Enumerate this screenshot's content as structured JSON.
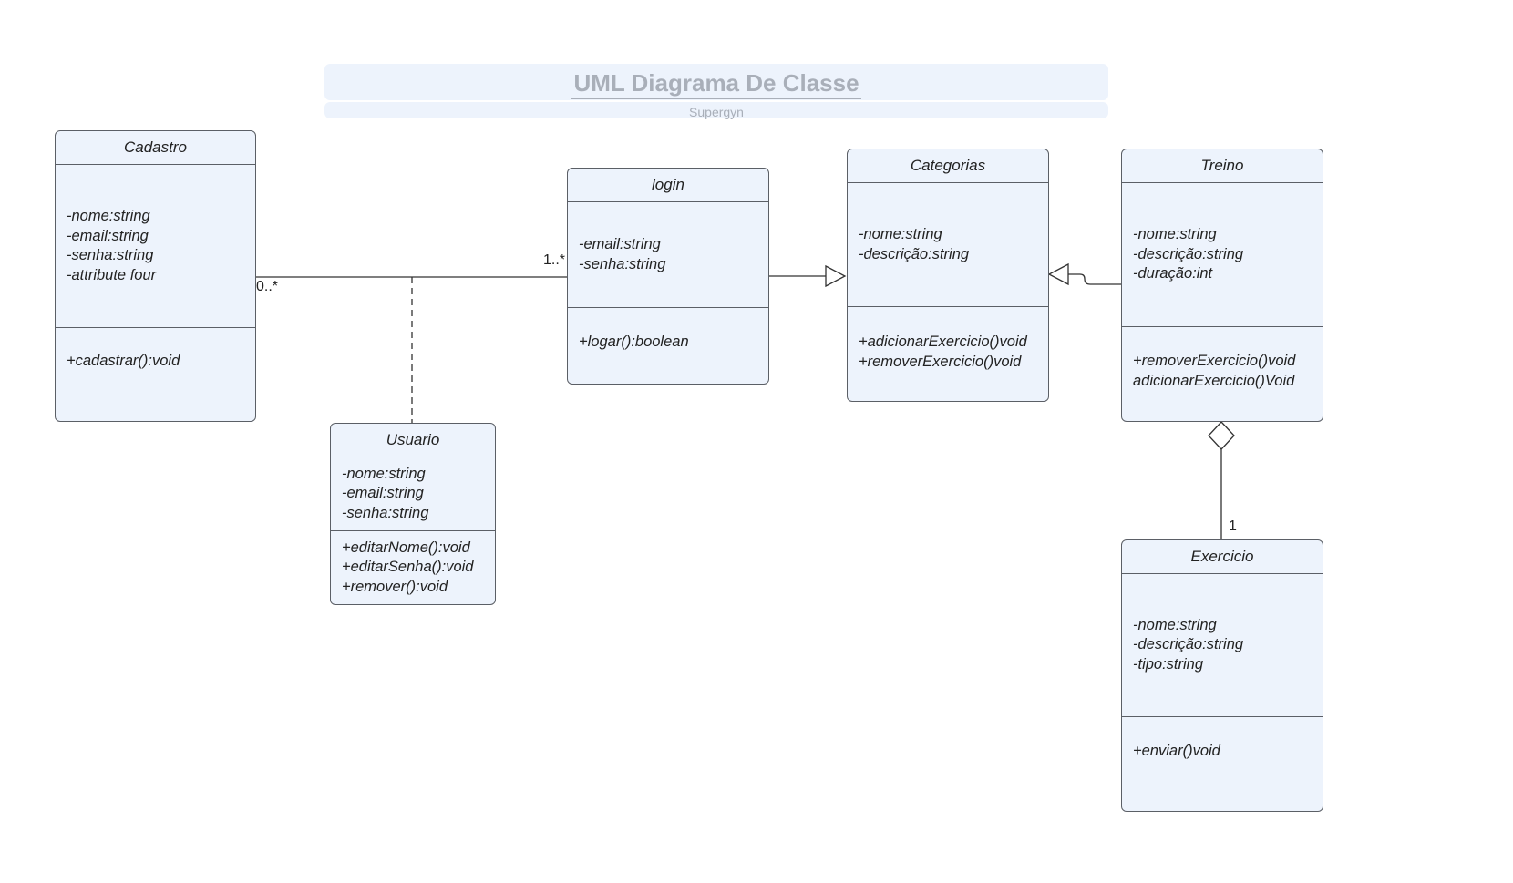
{
  "header": {
    "title": "UML Diagrama De Classe",
    "subtitle": "Supergyn"
  },
  "classes": {
    "cadastro": {
      "name": "Cadastro",
      "attributes": [
        "-nome:string",
        "-email:string",
        "-senha:string",
        "-attribute four"
      ],
      "operations": [
        "+cadastrar():void"
      ]
    },
    "login": {
      "name": "login",
      "attributes": [
        "-email:string",
        "-senha:string"
      ],
      "operations": [
        "+logar():boolean"
      ]
    },
    "usuario": {
      "name": "Usuario",
      "attributes": [
        "-nome:string",
        "-email:string",
        "-senha:string"
      ],
      "operations": [
        "+editarNome():void",
        "+editarSenha():void",
        "+remover():void"
      ]
    },
    "categorias": {
      "name": "Categorias",
      "attributes": [
        "-nome:string",
        "-descrição:string"
      ],
      "operations": [
        "+adicionarExercicio()void",
        "+removerExercicio()void"
      ]
    },
    "treino": {
      "name": "Treino",
      "attributes": [
        "-nome:string",
        "-descrição:string",
        "-duração:int"
      ],
      "operations": [
        "+removerExercicio()void",
        "adicionarExercicio()Void"
      ]
    },
    "exercicio": {
      "name": "Exercicio",
      "attributes": [
        "-nome:string",
        "-descrição:string",
        "-tipo:string"
      ],
      "operations": [
        "+enviar()void"
      ]
    }
  },
  "multiplicities": {
    "cadastro_end": "0..*",
    "login_end": "1..*",
    "exercicio_end": "1"
  },
  "colors": {
    "class_fill": "#edf3fc",
    "class_border": "#5b5f66",
    "title_text": "#a9afb9"
  }
}
